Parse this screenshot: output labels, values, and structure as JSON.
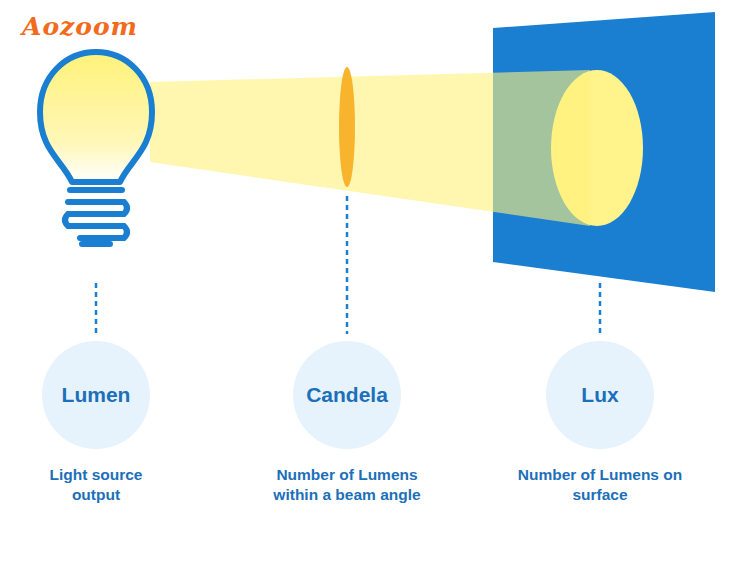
{
  "diagram": {
    "nodes": [
      {
        "text": [
          "Lumen",
          "Light source output"
        ]
      },
      {
        "text": [
          "Candela",
          "Number of Lumens within a beam angle"
        ]
      },
      {
        "text": [
          "Lux",
          "Number of Lumens on surface"
        ]
      }
    ],
    "labels": [
      "Aozoom"
    ]
  }
}
